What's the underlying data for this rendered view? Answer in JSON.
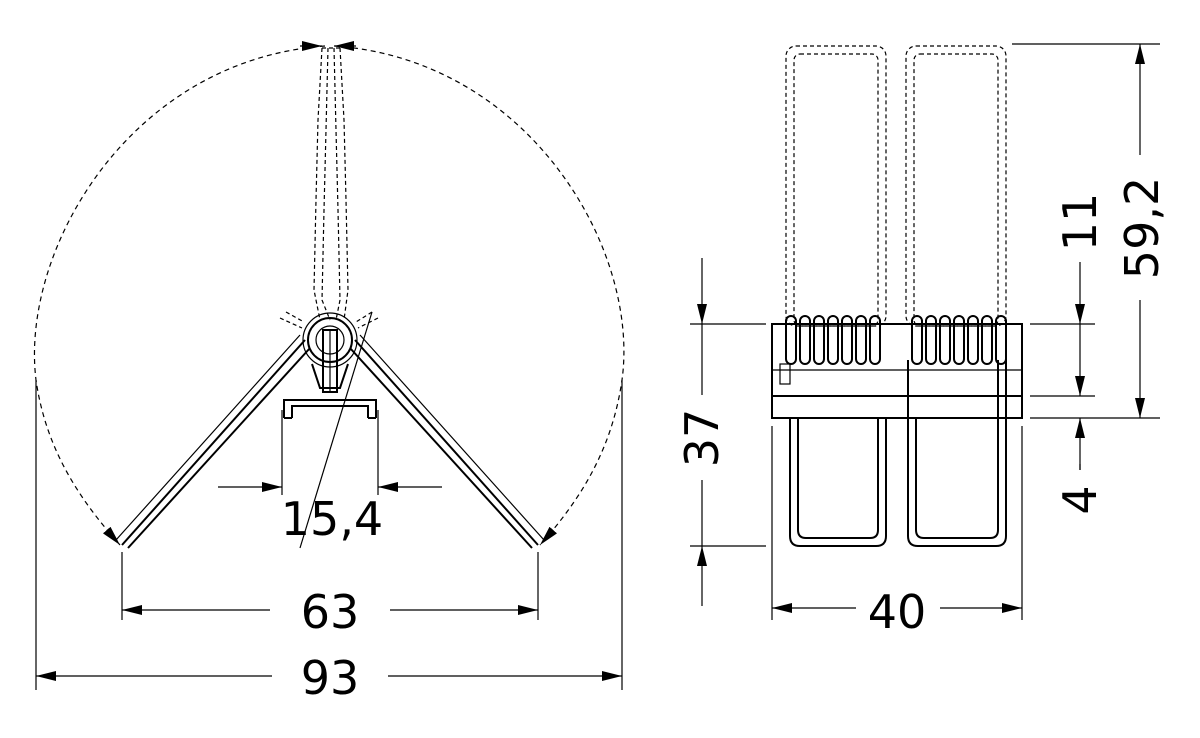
{
  "front_view": {
    "dim_overall_width": "93",
    "dim_open_span": "63",
    "dim_base_width": "15,4"
  },
  "side_view": {
    "dim_width": "40",
    "dim_height": "37",
    "dim_total_height": "59,2",
    "dim_upper_gap": "11",
    "dim_lower_gap": "4"
  }
}
